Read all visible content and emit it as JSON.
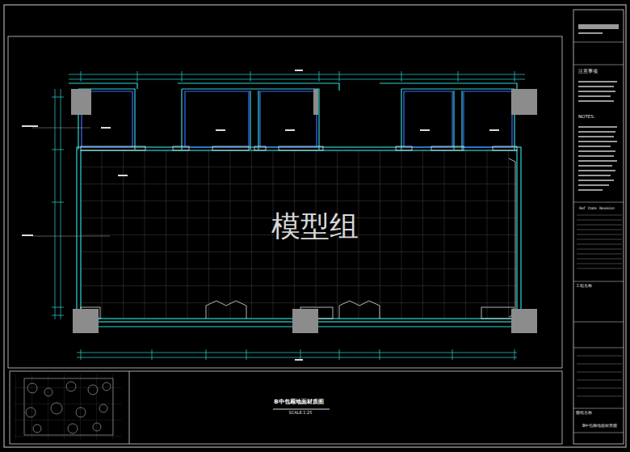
{
  "diagram": {
    "title": "B中包厢地面材质图",
    "labels": [
      "模型组",
      "SCALE:1:25",
      "注意事项",
      "NOTES:",
      "Ref",
      "Date",
      "Revision",
      "工程名称",
      "图纸名称",
      "B中包厢地面材质图"
    ]
  }
}
